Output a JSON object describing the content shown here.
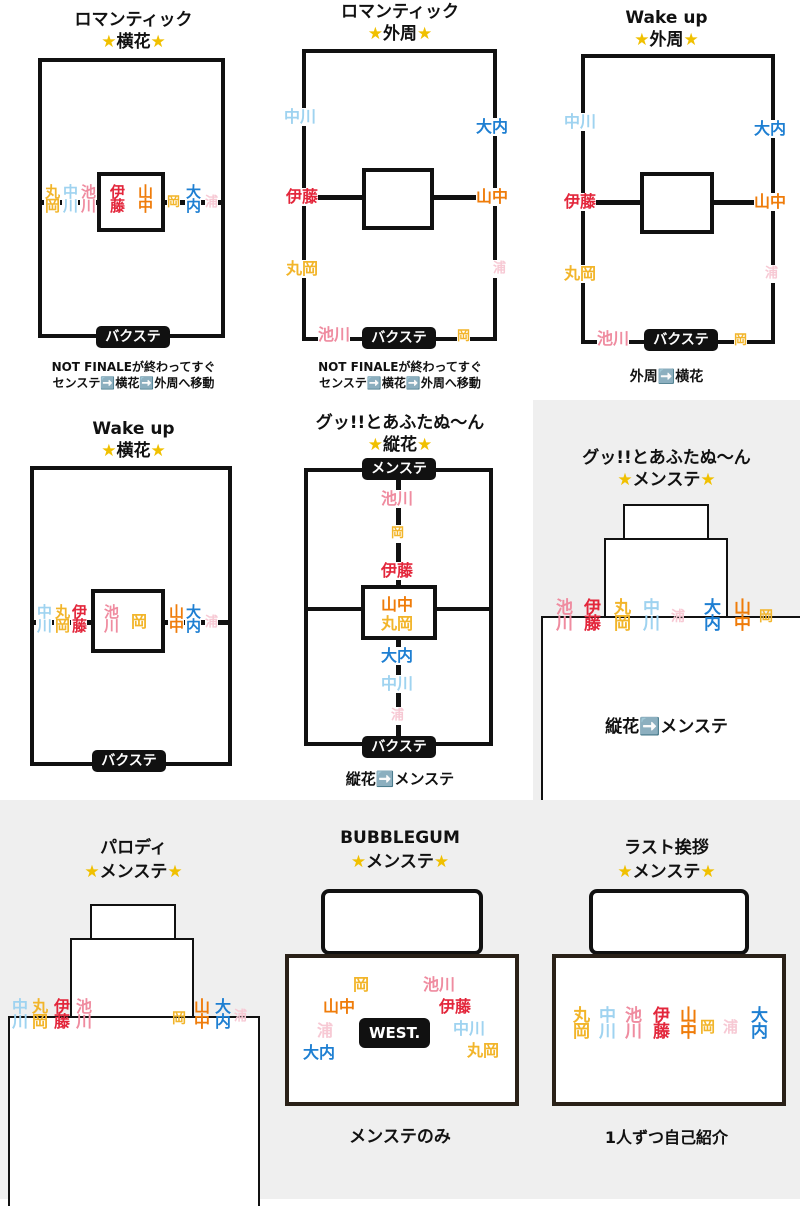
{
  "colors": {
    "nakagawa": "#9fd3f0",
    "maruoka": "#f2b52a",
    "ikegawa": "#ef8ca0",
    "ito": "#e3263b",
    "yamanaka": "#ef7c0a",
    "ouchi": "#1e7fd2",
    "ura": "#f7c9d4"
  },
  "star_icon": "star-icon",
  "panels": [
    {
      "title1": "ロマンティック",
      "title2": "横花",
      "bar": "バクステ",
      "caption1": "NOT FINALEが終わってすぐ",
      "caption2": "センステ➡️横花➡️外周へ移動",
      "members": [
        "丸岡",
        "中川",
        "池川",
        "伊藤",
        "山中",
        "岡",
        "大内",
        "浦"
      ]
    },
    {
      "title1": "ロマンティック",
      "title2": "外周",
      "bar": "バクステ",
      "caption1": "NOT FINALEが終わってすぐ",
      "caption2": "センステ➡️横花➡️外周へ移動",
      "members": [
        "中川",
        "大内",
        "伊藤",
        "山中",
        "丸岡",
        "浦",
        "池川",
        "岡"
      ]
    },
    {
      "title1": "Wake up",
      "title2": "外周",
      "bar": "バクステ",
      "caption1": "外周➡️横花",
      "members": [
        "中川",
        "大内",
        "伊藤",
        "山中",
        "丸岡",
        "浦",
        "池川",
        "岡"
      ]
    },
    {
      "title1": "Wake up",
      "title2": "横花",
      "bar": "バクステ",
      "members": [
        "中川",
        "丸岡",
        "伊藤",
        "池川",
        "岡",
        "山中",
        "大内",
        "浦"
      ]
    },
    {
      "title1": "グッ!!とあふたぬ〜ん",
      "title2": "縦花",
      "top": "メンステ",
      "bar": "バクステ",
      "caption1": "縦花➡️メンステ",
      "members": [
        "池川",
        "岡",
        "伊藤",
        "山中",
        "丸岡",
        "大内",
        "中川",
        "浦"
      ]
    },
    {
      "title1": "グッ!!とあふたぬ〜ん",
      "title2": "メンステ",
      "caption1": "縦花➡️メンステ",
      "members": [
        "池川",
        "伊藤",
        "丸岡",
        "中川",
        "浦",
        "大内",
        "山中",
        "岡"
      ]
    },
    {
      "title1": "パロディ",
      "title2": "メンステ",
      "members": [
        "中川",
        "丸岡",
        "伊藤",
        "池川",
        "岡",
        "山中",
        "大内",
        "浦"
      ]
    },
    {
      "title1": "BUBBLEGUM",
      "title2": "メンステ",
      "logo": "WEST.",
      "caption1": "メンステのみ",
      "members": [
        "岡",
        "池川",
        "山中",
        "伊藤",
        "浦",
        "中川",
        "大内",
        "丸岡"
      ]
    },
    {
      "title1": "ラスト挨拶",
      "title2": "メンステ",
      "caption1": "1人ずつ自己紹介",
      "members": [
        "丸岡",
        "中川",
        "池川",
        "伊藤",
        "山中",
        "岡",
        "浦",
        "大内"
      ]
    }
  ]
}
